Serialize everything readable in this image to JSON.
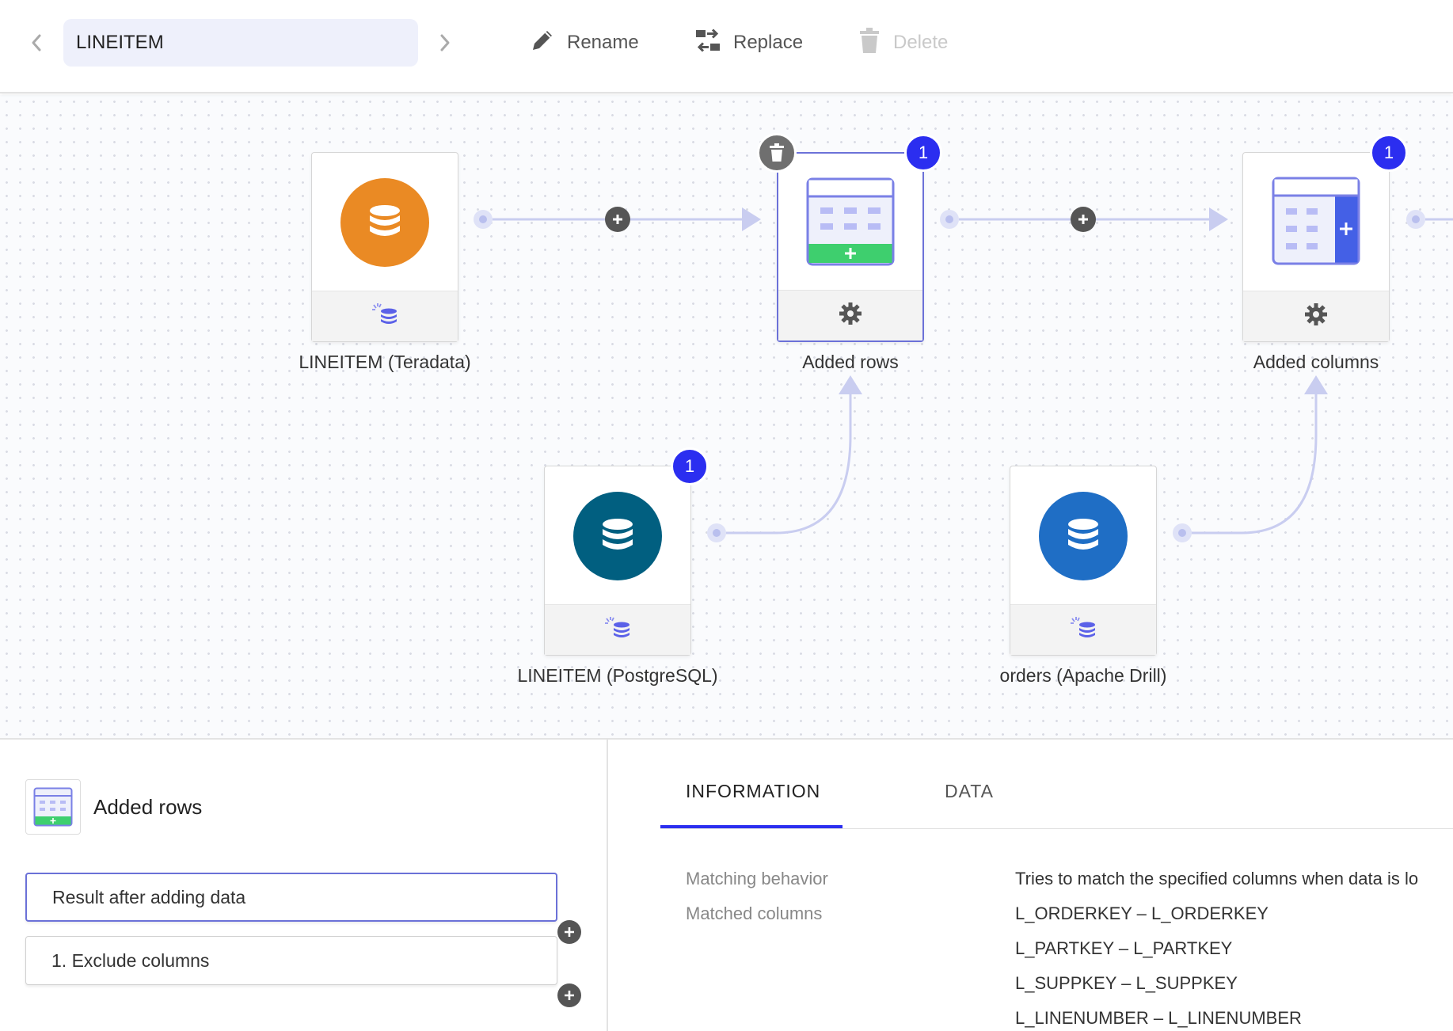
{
  "toolbar": {
    "dataset_name": "LINEITEM",
    "rename_label": "Rename",
    "replace_label": "Replace",
    "delete_label": "Delete"
  },
  "nodes": {
    "lineitem_teradata": {
      "label": "LINEITEM (Teradata)",
      "color": "#ea8a24"
    },
    "added_rows": {
      "label": "Added rows",
      "badge": "1"
    },
    "added_columns": {
      "label": "Added columns",
      "badge": "1"
    },
    "lineitem_postgres": {
      "label": "LINEITEM (PostgreSQL)",
      "color": "#015f80",
      "badge": "1"
    },
    "orders_drill": {
      "label": "orders (Apache Drill)",
      "color": "#1f6ec5"
    }
  },
  "details": {
    "title": "Added rows",
    "steps": [
      {
        "label": "Result after adding data"
      },
      {
        "label": "1. Exclude columns"
      }
    ],
    "tabs": {
      "information": "INFORMATION",
      "data": "DATA"
    },
    "info": {
      "matching_behavior_key": "Matching behavior",
      "matching_behavior_value": "Tries to match the specified columns when data is lo",
      "matched_columns_key": "Matched columns",
      "matched_columns": [
        "L_ORDERKEY – L_ORDERKEY",
        "L_PARTKEY – L_PARTKEY",
        "L_SUPPKEY – L_SUPPKEY",
        "L_LINENUMBER – L_LINENUMBER"
      ]
    }
  },
  "colors": {
    "accent": "#2b2ef0",
    "selection": "#6b71d8",
    "green": "#3ecf6e",
    "connector": "#c9cdf0"
  }
}
